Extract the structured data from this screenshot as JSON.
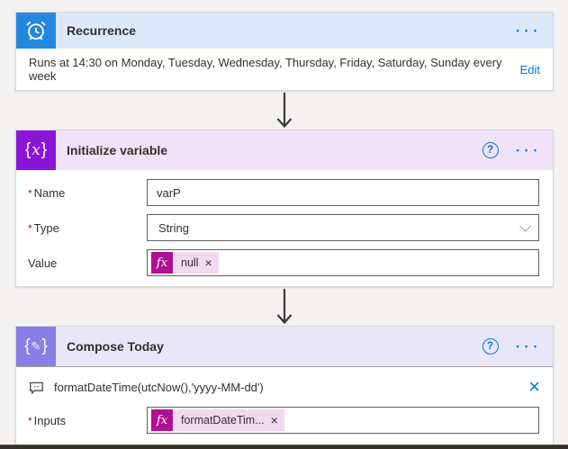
{
  "colors": {
    "canvas_bg": "#f3f2f1",
    "recurrence_icon": "#2388e0",
    "recurrence_strip": "#dce9fb",
    "variable_icon": "#8a15d9",
    "variable_strip": "#efe2f9",
    "compose_icon": "#8a7ee8",
    "compose_strip": "#e9e6f9",
    "fx_badge": "#af1094",
    "chip_bg": "#f2d9ee",
    "link": "#0078d4"
  },
  "glyphs": {
    "menu_dots": "• • •",
    "help": "?",
    "required": "*",
    "brace_l": "{",
    "brace_r": "}",
    "var_x": "x",
    "pencil": "✎",
    "fx": "fx",
    "chip_close": "×",
    "callout_close": "×"
  },
  "cards": [
    {
      "title": "Recurrence",
      "summary": "Runs at 14:30 on Monday, Tuesday, Wednesday, Thursday, Friday, Saturday, Sunday every week",
      "edit_label": "Edit"
    },
    {
      "title": "Initialize variable",
      "fields": [
        {
          "label": "Name",
          "required": true,
          "value": "varP"
        },
        {
          "label": "Type",
          "required": true,
          "value": "String"
        },
        {
          "label": "Value",
          "required": false,
          "token": "null"
        }
      ]
    },
    {
      "title": "Compose Today",
      "expression": "formatDateTime(utcNow(),'yyyy-MM-dd')",
      "fields": [
        {
          "label": "Inputs",
          "required": true,
          "token": "formatDateTim..."
        }
      ]
    }
  ]
}
